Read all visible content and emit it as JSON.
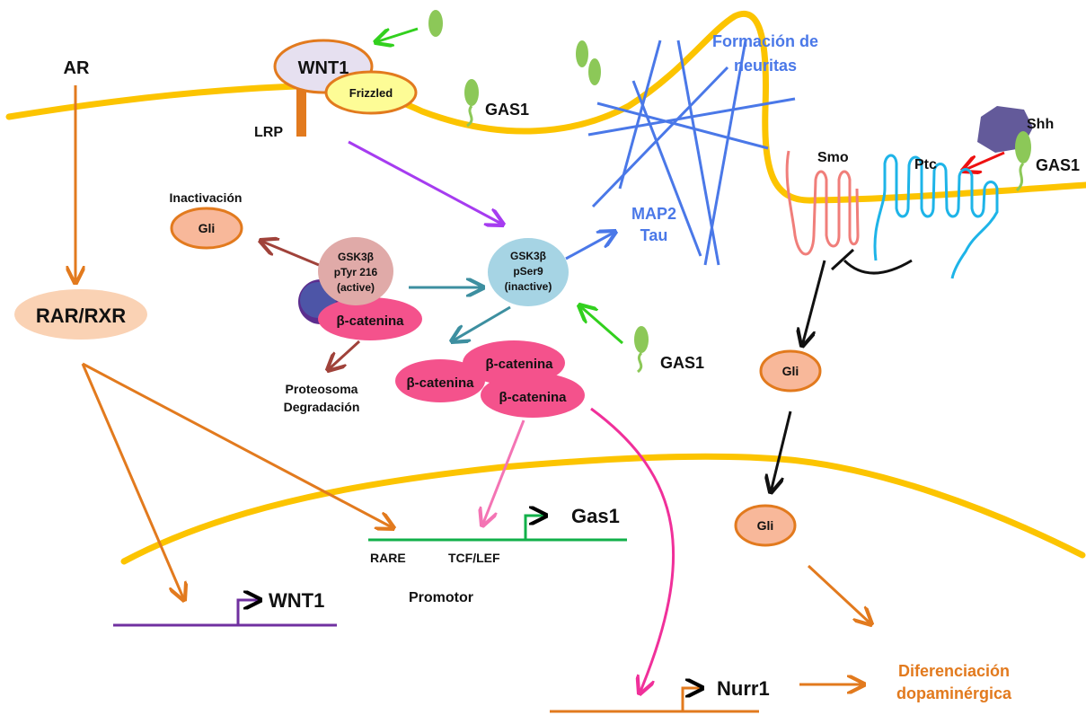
{
  "labels": {
    "ar": "AR",
    "wnt1_receptor": "WNT1",
    "frizzled": "Frizzled",
    "lrp": "LRP",
    "gas1_membrane": "GAS1",
    "neurite_formation_line1": "Formación de",
    "neurite_formation_line2": "neuritas",
    "shh": "Shh",
    "smo": "Smo",
    "ptc": "Ptc",
    "gas1_right": "GAS1",
    "inactivation": "Inactivación",
    "gli_inactive": "Gli",
    "gsk_active_line1": "GSK3β",
    "gsk_active_line2": "pTyr 216",
    "gsk_active_line3": "(active)",
    "beta_catenin_complex": "β-catenina",
    "gsk_inactive_line1": "GSK3β",
    "gsk_inactive_line2": "pSer9",
    "gsk_inactive_line3": "(inactive)",
    "map2": "MAP2",
    "tau": "Tau",
    "rar_rxr": "RAR/RXR",
    "proteasome_line1": "Proteosoma",
    "proteasome_line2": "Degradación",
    "beta_catenin_1": "β-catenina",
    "beta_catenin_2": "β-catenina",
    "beta_catenin_3": "β-catenina",
    "gas1_middle": "GAS1",
    "gli_cytoplasm": "Gli",
    "gli_nucleus": "Gli",
    "gas1_gene": "Gas1",
    "rare": "RARE",
    "tcf_lef": "TCF/LEF",
    "promoter": "Promotor",
    "wnt1_gene": "WNT1",
    "nurr1": "Nurr1",
    "differentiation_line1": "Diferenciación",
    "differentiation_line2": "dopaminérgica"
  },
  "colors": {
    "membrane": "#fcc400",
    "orange_arrow": "#e27a1e",
    "purple_arrow": "#a63cf0",
    "brown_arrow": "#a0423a",
    "teal_arrow": "#3d8fa0",
    "green_arrow": "#32d01e",
    "red_arrow": "#ee1111",
    "blue_line": "#4a78e8",
    "pink_arrow": "#f474b4",
    "magenta_arrow": "#f0309a",
    "beta_catenin": "#f4528c",
    "gli": "#f8b89a",
    "gas1_protein": "#8cc858",
    "promoter_line": "#12b04a",
    "wnt1_gene_line": "#7030a0"
  }
}
